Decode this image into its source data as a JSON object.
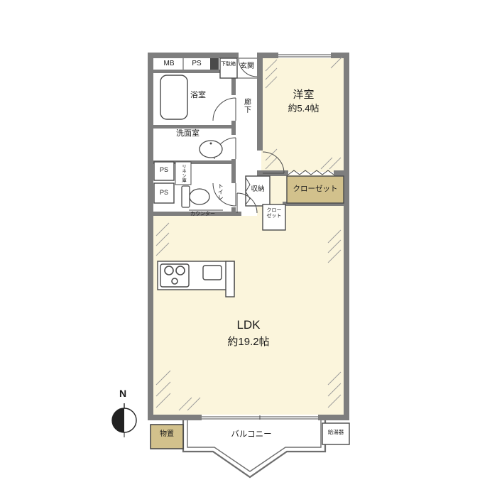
{
  "meta": {
    "type": "japanese-apartment-floor-plan"
  },
  "colors": {
    "wall": "#7e7e7e",
    "room": "#fbf5dc",
    "closet": "#d2c18c",
    "line": "#4a4a4a",
    "ink": "#1a1a1a"
  },
  "labels": {
    "mb": "MB",
    "ps_meter": "PS",
    "shoe_cabinet": "下駄箱",
    "entrance": "玄関",
    "hallway": "廊下",
    "bathroom": "浴室",
    "washroom": "洗面室",
    "linen_closet": "リネン庫",
    "ps_upper": "PS",
    "ps_lower": "PS",
    "toilet": "トイレ",
    "counter": "カウンター",
    "storage": "収納",
    "closet": "クローゼット",
    "closet_small_line1": "クロー",
    "closet_small_line2": "ゼット",
    "western_room_name": "洋室",
    "western_room_size": "約5.4帖",
    "ldk_name": "LDK",
    "ldk_size": "約19.2帖",
    "shed": "物置",
    "balcony": "バルコニー",
    "water_heater": "給湯器",
    "compass_north": "N"
  }
}
